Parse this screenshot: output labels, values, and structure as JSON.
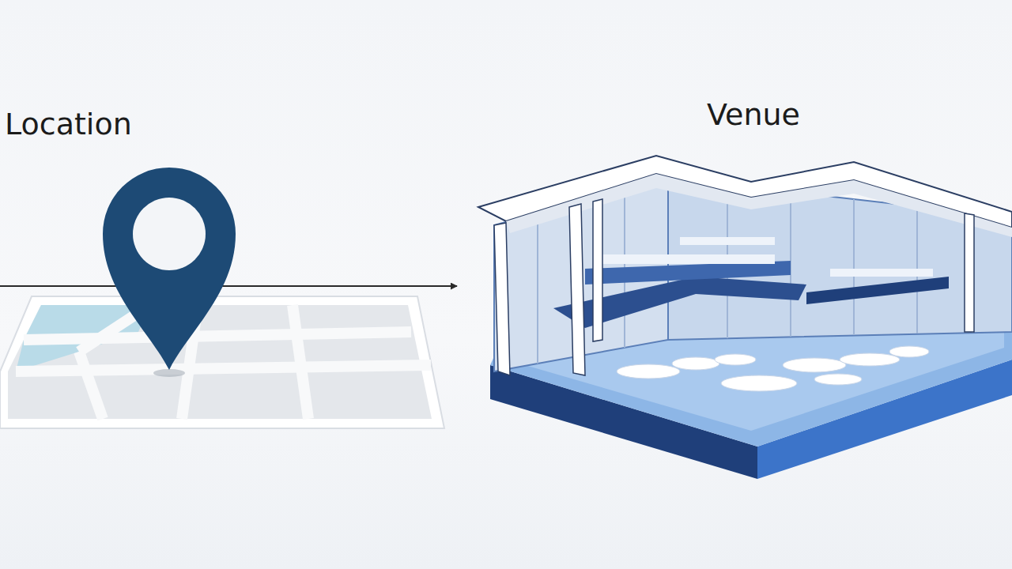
{
  "diagram": {
    "nodes": [
      {
        "text": [
          "Location"
        ]
      },
      {
        "text": [
          "Venue"
        ]
      }
    ],
    "edges": [
      {
        "from": 0,
        "to": 1,
        "arrow": "to"
      }
    ]
  }
}
